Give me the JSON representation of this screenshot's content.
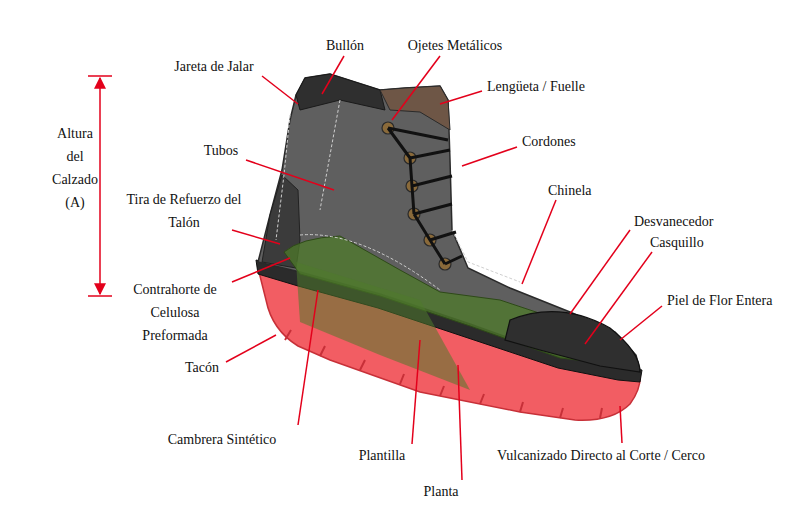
{
  "diagram": {
    "labels": [
      "Bullón",
      "Ojetes Metálicos",
      "Jareta de Jalar",
      "Lengüeta / Fuelle",
      "Tubos",
      "Cordones",
      "Altura del Calzado (A)",
      "Chinela",
      "Tira de Refuerzo del Talón",
      "Desvanecedor",
      "Casquillo",
      "Piel de Flor Entera",
      "Contrahorte de Celulosa Preformada",
      "Tacón",
      "Cambrera Sintético",
      "Plantilla",
      "Vulcanizado Directo al Corte / Cerco",
      "Planta"
    ]
  }
}
